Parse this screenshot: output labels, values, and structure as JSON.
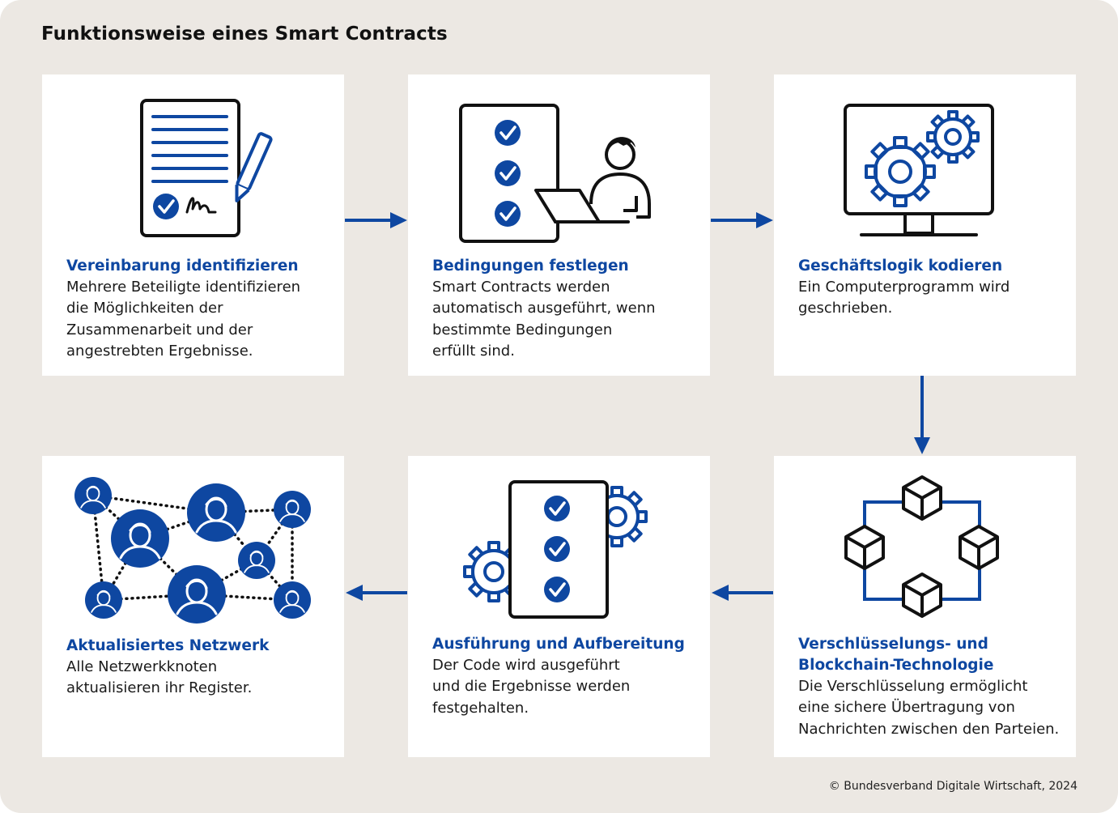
{
  "title": "Funktionsweise eines Smart Contracts",
  "colors": {
    "accent": "#0e47a1",
    "background": "#ece8e3",
    "card": "#ffffff",
    "ink": "#111111"
  },
  "steps": [
    {
      "icon": "contract-document-pen-icon",
      "heading": "Vereinbarung identifizieren",
      "body": "Mehrere Beteiligte identifizieren\ndie Möglichkeiten der\nZusammenarbeit und der\nangestrebten Ergebnisse."
    },
    {
      "icon": "checklist-person-laptop-icon",
      "heading": "Bedingungen festlegen",
      "body": "Smart Contracts werden\nautomatisch ausgeführt, wenn\nbestimmte Bedingungen\nerfüllt sind."
    },
    {
      "icon": "monitor-gears-icon",
      "heading": "Geschäftslogik kodieren",
      "body": "Ein Computerprogramm wird\ngeschrieben."
    },
    {
      "icon": "blockchain-cubes-icon",
      "heading": "Verschlüsselungs- und\nBlockchain-Technologie",
      "body": "Die Verschlüsselung ermöglicht\neine sichere Übertragung von\nNachrichten zwischen den Parteien."
    },
    {
      "icon": "checklist-gears-icon",
      "heading": "Ausführung und Aufbereitung",
      "body": "Der Code wird ausgeführt\nund die Ergebnisse werden\nfestgehalten."
    },
    {
      "icon": "network-nodes-icon",
      "heading": "Aktualisiertes Netzwerk",
      "body": "Alle Netzwerkknoten\naktualisieren ihr Register."
    }
  ],
  "footer": "© Bundesverband Digitale Wirtschaft, 2024"
}
